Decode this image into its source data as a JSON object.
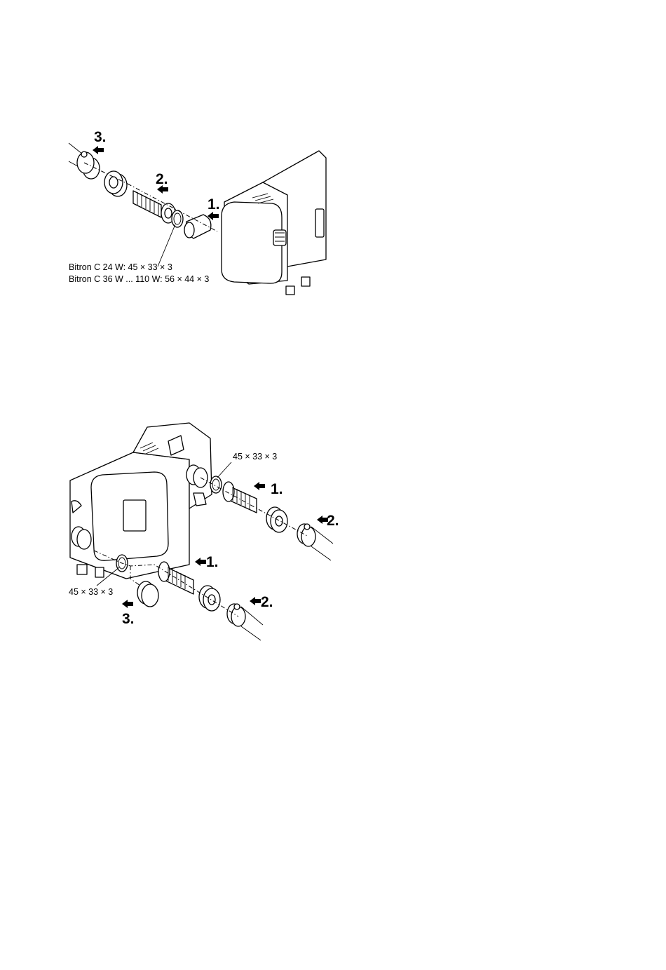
{
  "figure_1": {
    "steps": {
      "step1": "1.",
      "step2": "2.",
      "step3": "3."
    },
    "labels": {
      "line_24w": "Bitron C 24 W: 45 × 33 × 3",
      "line_36_110w": "Bitron C 36 W ... 110 W: 56 × 44 × 3"
    }
  },
  "figure_2": {
    "steps": {
      "upper_step1": "1.",
      "upper_step2": "2.",
      "lower_step1": "1.",
      "lower_step2": "2.",
      "lower_step3": "3."
    },
    "labels": {
      "upper_ring": "45 × 33 × 3",
      "lower_ring": "45 × 33 × 3"
    }
  }
}
